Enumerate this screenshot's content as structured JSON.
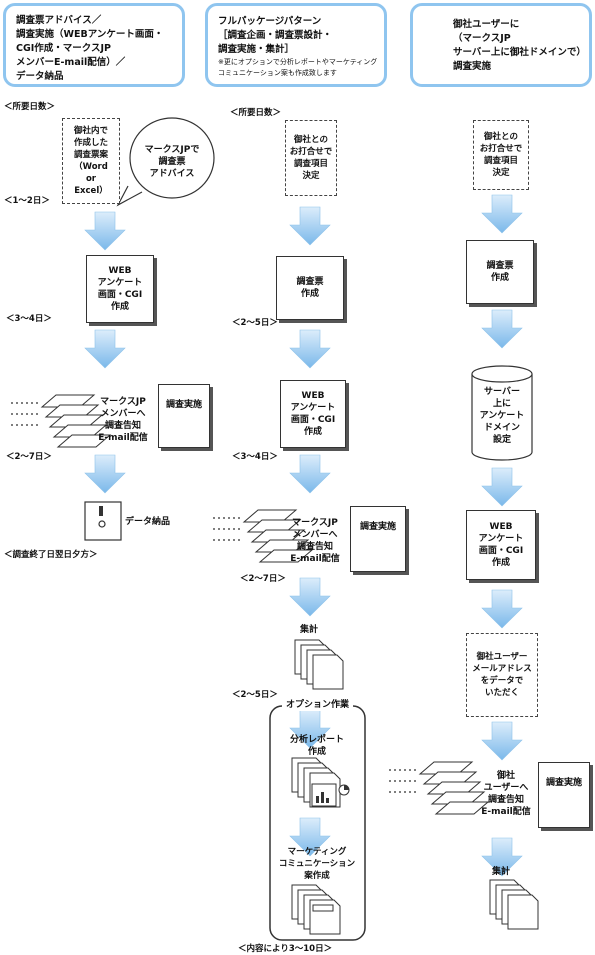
{
  "headers": {
    "left": [
      "調査票アドバイス／",
      "調査実施（WEBアンケート画面・",
      "CGI作成・マークスJP",
      "メンバーE-mail配信）／",
      "データ納品"
    ],
    "middle": [
      "フルパッケージパターン",
      "［調査企画・調査票設計・",
      "調査実施・集計］"
    ],
    "middle_note": [
      "※更にオプションで分析レポートやマーケティング",
      "コミュニケーション案も作成致します"
    ],
    "right": [
      "御社ユーザーに",
      "（マークスJP",
      "サーバー上に御社ドメインで）",
      "調査実施"
    ]
  },
  "left": {
    "days_label": "＜所要日数＞",
    "draft": [
      "御社内で",
      "作成した",
      "調査票案",
      "（Word",
      "or",
      "Excel）"
    ],
    "advice_bubble": [
      "マークスJPで",
      "調査票",
      "アドバイス"
    ],
    "d1": "＜1～2日＞",
    "web": [
      "WEB",
      "アンケート",
      "画面・CGI",
      "作成"
    ],
    "d2": "＜3～4日＞",
    "mail": [
      "マークスJP",
      "メンバーへ",
      "調査告知",
      "E-mail配信"
    ],
    "survey": "調査実施",
    "d3": "＜2～7日＞",
    "delivery": "データ納品",
    "d4": "＜調査終了日翌日夕方＞"
  },
  "middle": {
    "days_label": "＜所要日数＞",
    "meeting": [
      "御社との",
      "お打合せで",
      "調査項目",
      "決定"
    ],
    "form": [
      "調査票",
      "作成"
    ],
    "d1": "＜2～5日＞",
    "web": [
      "WEB",
      "アンケート",
      "画面・CGI",
      "作成"
    ],
    "d2": "＜3～4日＞",
    "mail": [
      "マークスJP",
      "メンバーへ",
      "調査告知",
      "E-mail配信"
    ],
    "survey": "調査実施",
    "d3": "＜2～7日＞",
    "tally": "集計",
    "d4": "＜2～5日＞",
    "option_title": "オプション作業",
    "report": [
      "分析レポート",
      "作成"
    ],
    "marketing": [
      "マーケティング",
      "コミュニケーション",
      "案作成"
    ],
    "d5": "＜内容により3～10日＞"
  },
  "right": {
    "meeting": [
      "御社との",
      "お打合せで",
      "調査項目",
      "決定"
    ],
    "form": [
      "調査票",
      "作成"
    ],
    "server": [
      "サーバー",
      "上に",
      "アンケート",
      "ドメイン",
      "設定"
    ],
    "web": [
      "WEB",
      "アンケート",
      "画面・CGI",
      "作成"
    ],
    "users": [
      "御社ユーザー",
      "メールアドレス",
      "をデータで",
      "いただく"
    ],
    "mail": [
      "御社",
      "ユーザーへ",
      "調査告知",
      "E-mail配信"
    ],
    "survey": "調査実施",
    "tally": "集計"
  },
  "colors": {
    "header_border": "#8fc5ef",
    "arrow_top": "#d9ecfb",
    "arrow_bottom": "#7ab8ea"
  }
}
